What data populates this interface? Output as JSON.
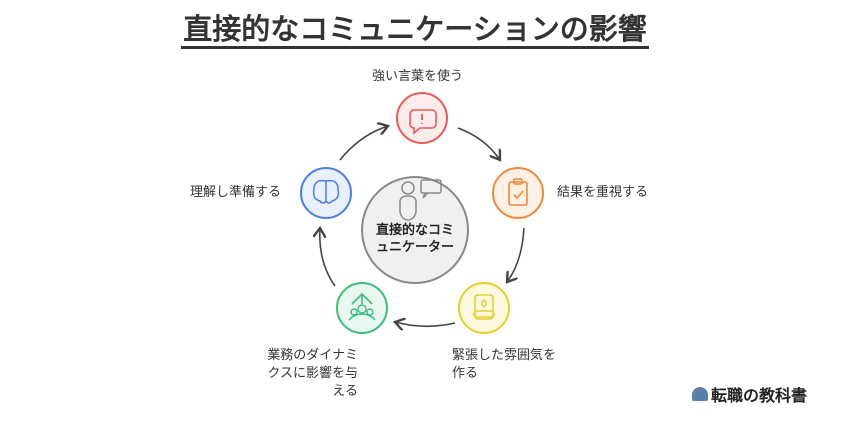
{
  "title": "直接的なコミュニケーションの影響",
  "center": {
    "label": "直接的なコミュニケーター"
  },
  "nodes": [
    {
      "label": "強い言葉を使う",
      "icon": "speech-bubble-exclamation-icon",
      "color": "#e85a5a",
      "fill": "#fdecec"
    },
    {
      "label": "結果を重視する",
      "icon": "clipboard-check-icon",
      "color": "#ee8a3a",
      "fill": "#fdf0e4"
    },
    {
      "label": "緊張した雰囲気を作る",
      "icon": "candle-icon",
      "color": "#e6cf2a",
      "fill": "#fdf9e0"
    },
    {
      "label": "業務のダイナミクスに影響を与える",
      "icon": "team-growth-icon",
      "color": "#3dbd7a",
      "fill": "#e8f7ef"
    },
    {
      "label": "理解し準備する",
      "icon": "brain-icon",
      "color": "#4a7fe8",
      "fill": "#e8effd"
    }
  ],
  "brand": "転職の教科書"
}
